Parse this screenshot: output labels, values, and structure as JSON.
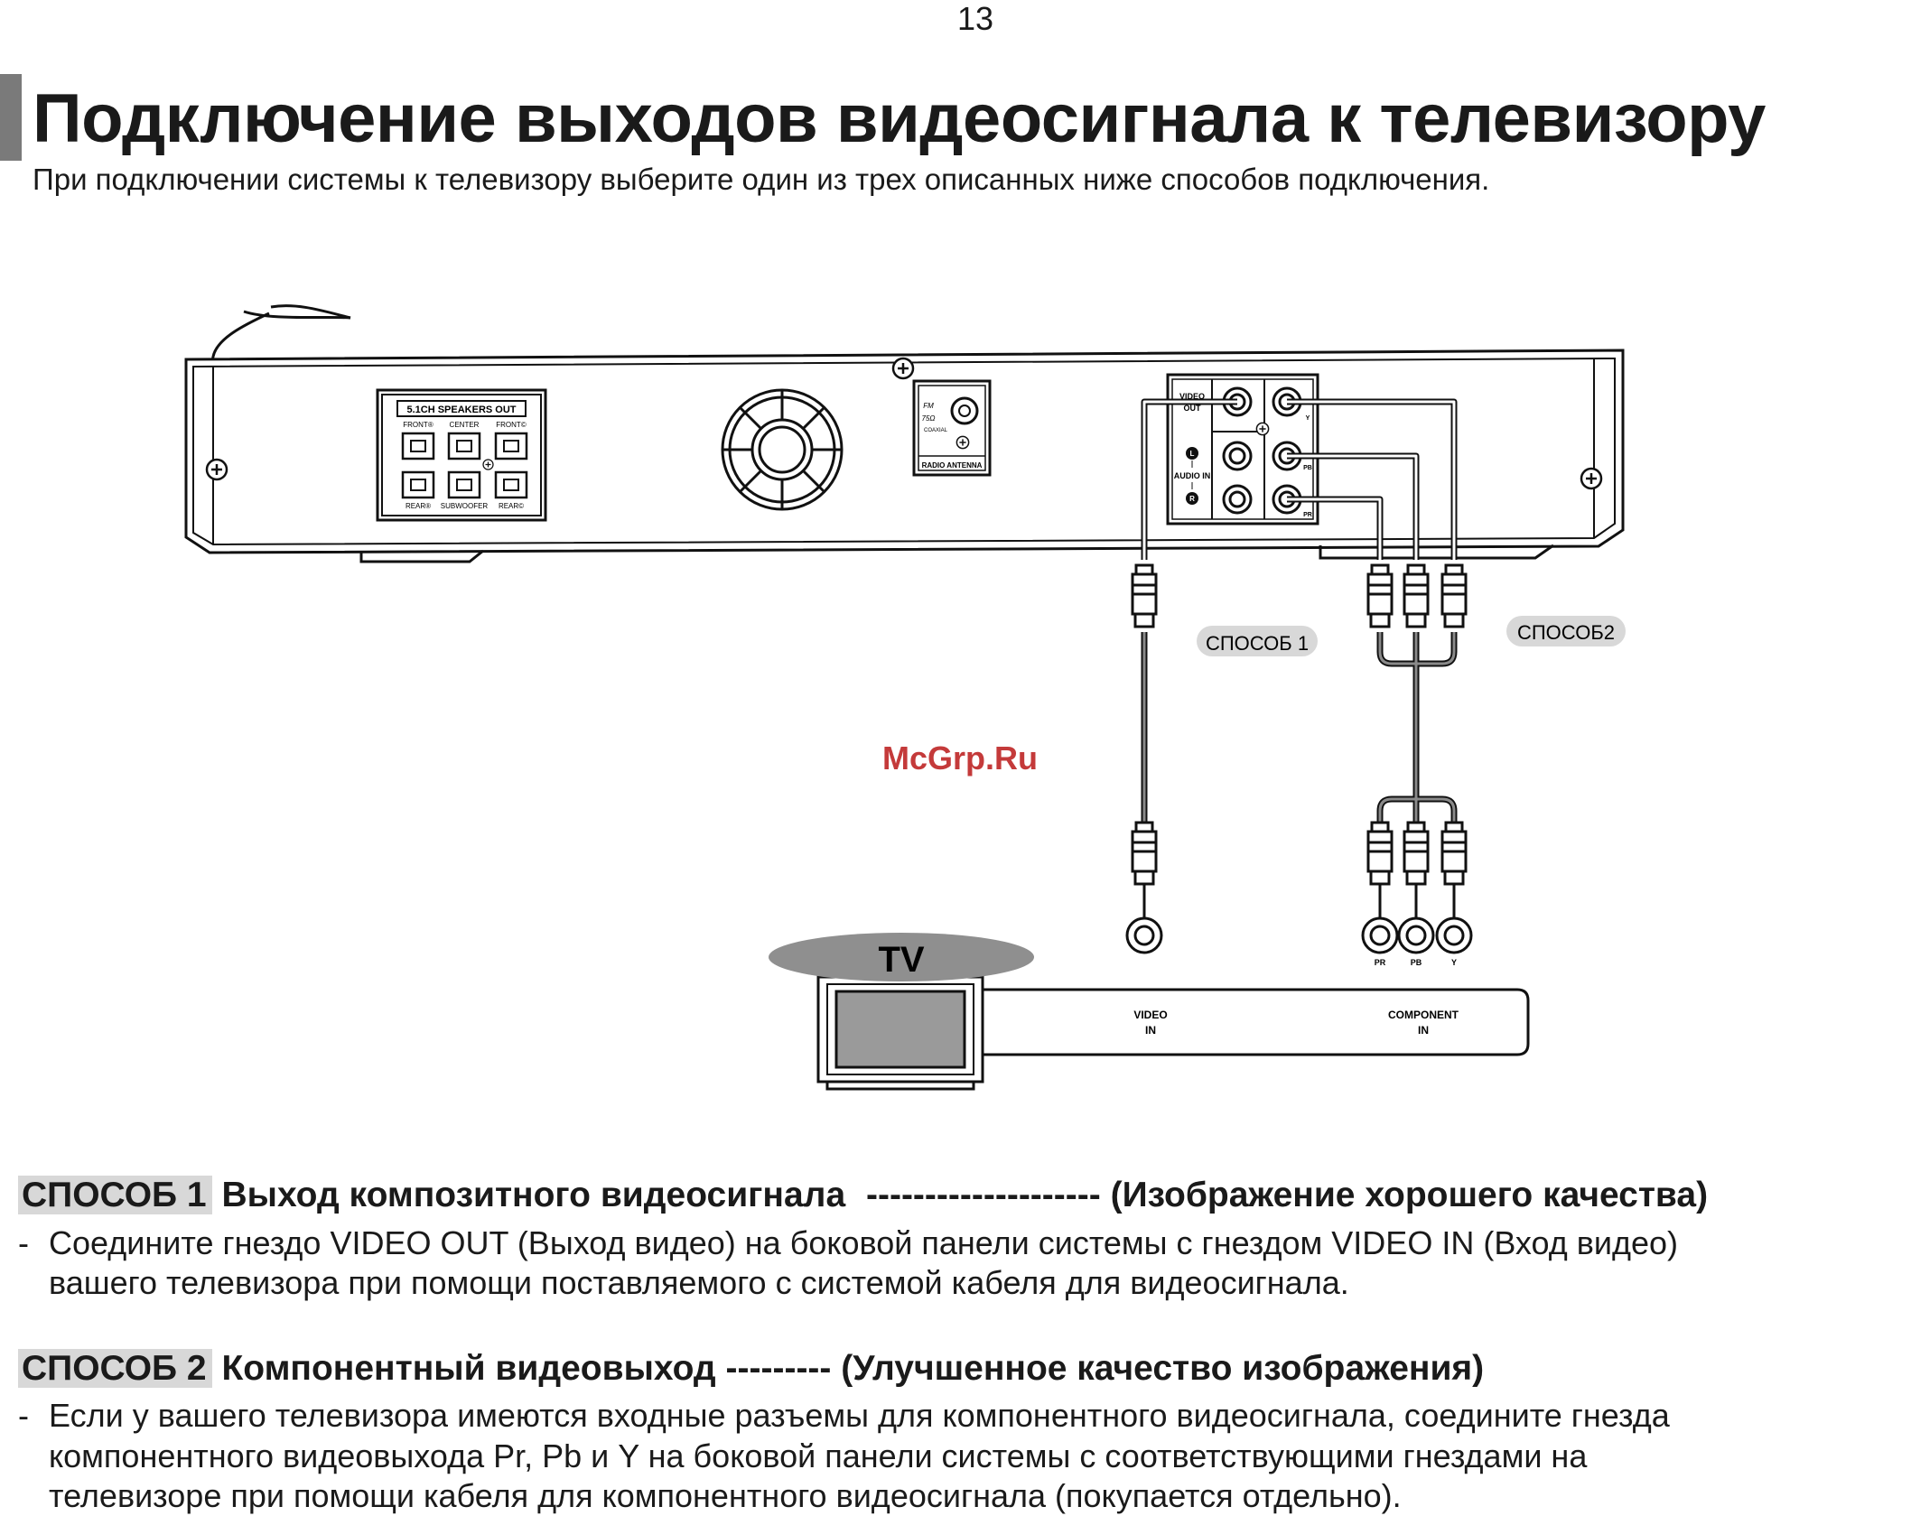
{
  "page": {
    "number": "13",
    "title": "Подключение выходов видеосигнала к телевизору",
    "subtitle": "При подключении системы к телевизору выберите один из трех описанных ниже способов подключения."
  },
  "diagram": {
    "speakers_panel": {
      "title": "5.1CH SPEAKERS OUT",
      "front_r": "FRONT®",
      "center": "CENTER",
      "front_l": "FRONT©",
      "rear_r": "REAR®",
      "subwoofer": "SUBWOOFER",
      "rear_l": "REAR©"
    },
    "antenna": {
      "fm": "FM",
      "ohm": "75Ω",
      "coaxial": "COAXIAL",
      "label": "RADIO ANTENNA"
    },
    "jacks": {
      "video": "VIDEO",
      "out": "OUT",
      "audio_in": "AUDIO IN",
      "l": "L",
      "r": "R",
      "y": "Y",
      "pb": "PB",
      "pr": "PR"
    },
    "method1_tag": "СПОСОБ 1",
    "method2_tag": "СПОСОБ2",
    "watermark": "McGrp.Ru",
    "tv_label": "TV",
    "tv_jacks": {
      "pr": "PR",
      "pb": "PB",
      "y": "Y"
    },
    "tv_video_in": [
      "VIDEO",
      "IN"
    ],
    "tv_component_in": [
      "COMPONENT",
      "IN"
    ]
  },
  "sections": [
    {
      "label": "СПОСОБ 1",
      "heading": "Выход композитного видеосигнала",
      "dashes": "--------------------",
      "quality": "(Изображение хорошего качества)",
      "lines": [
        "Соедините гнездо VIDEO OUT (Выход видео) на боковой панели системы с гнездом VIDEO IN (Вход видео)",
        "вашего телевизора при помощи поставляемого с системой кабеля для видеосигнала."
      ]
    },
    {
      "label": "СПОСОБ 2",
      "heading": "Компонентный видеовыход",
      "dashes": "---------",
      "quality": "(Улучшенное качество изображения)",
      "lines": [
        "Если у вашего телевизора имеются входные разъемы для компонентного видеосигнала, соедините гнезда",
        "компонентного видеовыхода Pr, Pb и Y на боковой панели системы с соответствующими гнездами на",
        "телевизоре при помощи кабеля для компонентного видеосигнала (покупается отдельно)."
      ]
    }
  ]
}
